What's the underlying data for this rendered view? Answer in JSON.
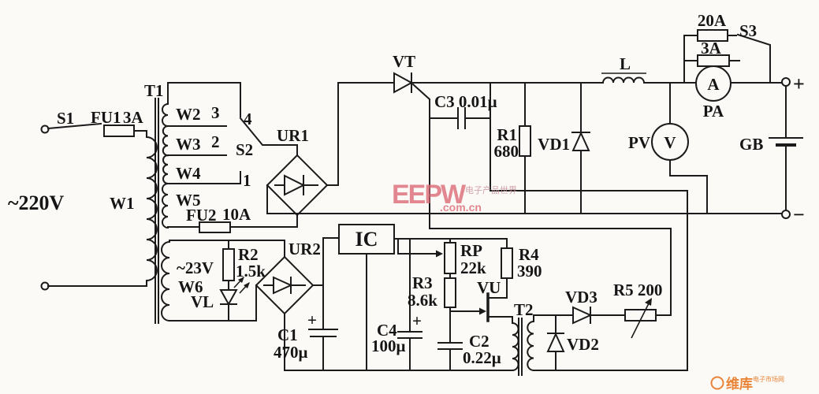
{
  "labels": {
    "v220": "~220V",
    "s1": "S1",
    "fu1": "FU1",
    "fu1_val": "3A",
    "t1": "T1",
    "w1": "W1",
    "w2": "W2",
    "w3": "W3",
    "w4": "W4",
    "w5": "W5",
    "w6": "W6",
    "tap1": "1",
    "tap2": "2",
    "tap3": "3",
    "tap4": "4",
    "s2": "S2",
    "fu2": "FU2",
    "fu2_val": "10A",
    "ur1": "UR1",
    "ur2": "UR2",
    "vt": "VT",
    "c3": "C3 0.01μ",
    "r1": "R1",
    "r1_val": "680",
    "vd1": "VD1",
    "l": "L",
    "pv": "PV",
    "v_meter": "V",
    "pa": "PA",
    "a_meter": "A",
    "shunt20": "20A",
    "shunt3": "3A",
    "s3": "S3",
    "gb": "GB",
    "plus": "+",
    "minus": "−",
    "v23": "~23V",
    "vl": "VL",
    "r2": "R2",
    "r2_val": "1.5k",
    "c1": "C1",
    "c1_val": "470μ",
    "ic": "IC",
    "c4": "C4",
    "c4_val": "100μ",
    "rp": "RP",
    "rp_val": "22k",
    "r3": "R3",
    "r3_val": "8.6k",
    "vu": "VU",
    "c2": "C2",
    "c2_val": "0.22μ",
    "r4": "R4",
    "r4_val": "390",
    "t2": "T2",
    "vd2": "VD2",
    "vd3": "VD3",
    "r5": "R5 200"
  },
  "watermarks": {
    "eepw": "EEPW",
    "eepw_domain": ".com.cn",
    "eepw_zh": "电子产品世界",
    "weiku": "维库",
    "weiku_sub": "电子市场网"
  },
  "colors": {
    "line": "#1b1b1b",
    "paper": "#fbfaf7",
    "watermark_pink": "#dd6b76",
    "watermark_orange": "#e87722"
  }
}
